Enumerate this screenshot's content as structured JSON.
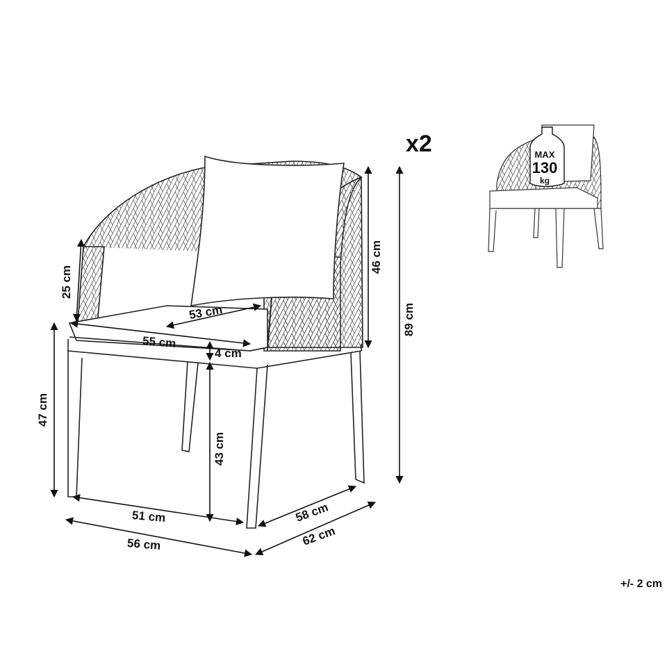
{
  "quantity": "x2",
  "dimensions": {
    "armrest_height": "25 cm",
    "backrest_height": "46 cm",
    "total_height": "89 cm",
    "seat_depth": "53 cm",
    "seat_width": "55 cm",
    "cushion_thickness": "4 cm",
    "armrest_floor_height": "47 cm",
    "seat_height": "43 cm",
    "inner_width": "51 cm",
    "total_width": "56 cm",
    "inner_depth": "58 cm",
    "total_depth": "62 cm"
  },
  "max_load": {
    "label": "MAX",
    "value": "130",
    "unit": "kg"
  },
  "tolerance": "+/- 2 cm"
}
